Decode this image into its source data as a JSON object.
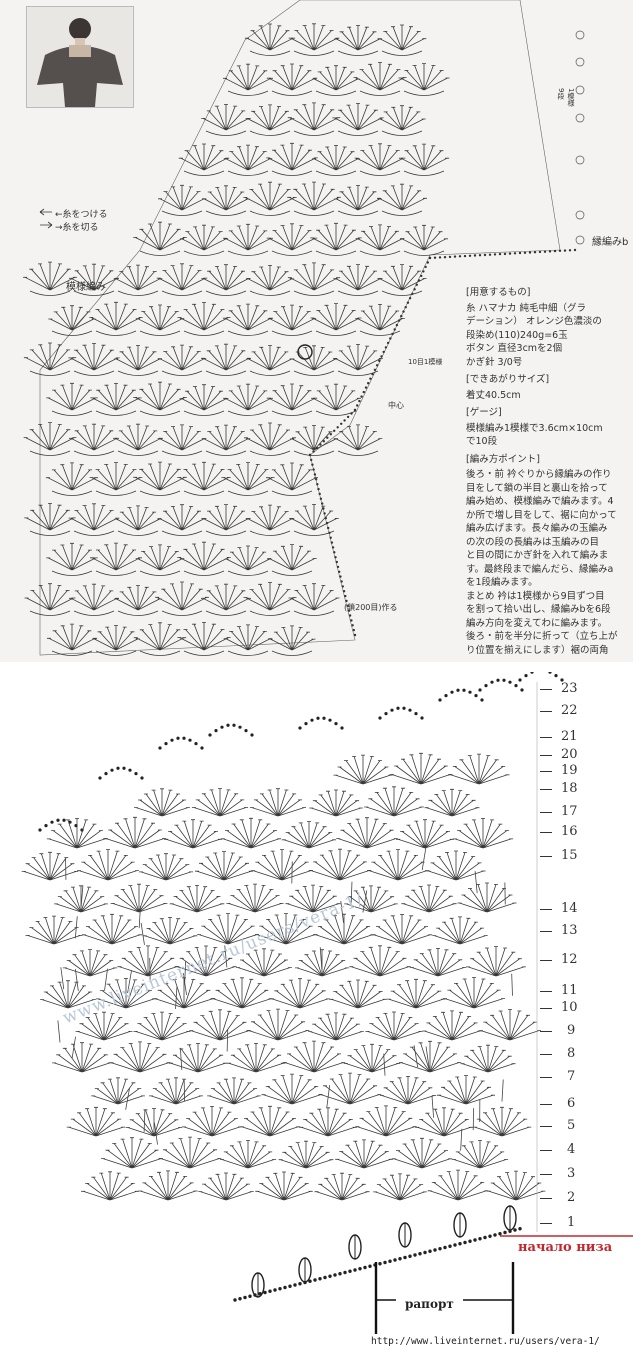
{
  "top_panel": {
    "legend": {
      "attach": "←糸をつける",
      "cut": "→糸を切る"
    },
    "labels": {
      "pattern_stitch": "模様編み",
      "edge_b": "縁編みb",
      "one_pattern_rows": "1模様\n9段",
      "ten_rows": "10目1模様",
      "center": "中心",
      "chain_start": "(鎖200目)作る"
    },
    "instructions": {
      "materials_head": "[用意するもの]",
      "materials": [
        "糸 ハマナカ 純毛中細（グラ",
        "デーション） オレンジ色濃淡の",
        "段染め(110)240g=6玉",
        "ボタン 直径3cmを2個",
        "かぎ針 3/0号"
      ],
      "size_head": "[できあがりサイズ]",
      "size": [
        "着丈40.5cm"
      ],
      "gauge_head": "[ゲージ]",
      "gauge": [
        "模様編み1模様で3.6cm×10cm",
        "で10段"
      ],
      "points_head": "[編み方ポイント]",
      "points": [
        "後ろ・前 衿ぐりから縁編みの作り",
        "目をして鎖の半目と裏山を拾って",
        "編み始め、模様編みで編みます。4",
        "か所で増し目をして、裾に向かって",
        "編み広げます。長々編みの玉編み",
        "の次の段の長編みは玉編みの目",
        "と目の間にかぎ針を入れて編みま",
        "す。最終段まで編んだら、縁編みa",
        "を1段編みます。",
        "まとめ 衿は1模様から9目ずつ目",
        "を割って拾い出し、縁編みbを6段",
        "編み方向を変えてわに編みます。",
        "後ろ・前を半分に折って（立ち上が",
        "り位置を揃えにします）裾の両角"
      ]
    }
  },
  "bottom_panel": {
    "row_numbers": [
      "23",
      "22",
      "21",
      "20",
      "19",
      "18",
      "17",
      "16",
      "15",
      "14",
      "13",
      "12",
      "11",
      "10",
      "9",
      "8",
      "7",
      "6",
      "5",
      "4",
      "3",
      "2",
      "1"
    ],
    "start_label": "начало низа",
    "repeat_label": "рапорт",
    "url": "http://www.liveinternet.ru/users/vera-1/",
    "watermark": "www.liveinternet.ru/users/vera-1/"
  },
  "colors": {
    "line": "#3a3a3a",
    "accent_red": "#c0282f",
    "watermark": "#b8c8d8"
  }
}
